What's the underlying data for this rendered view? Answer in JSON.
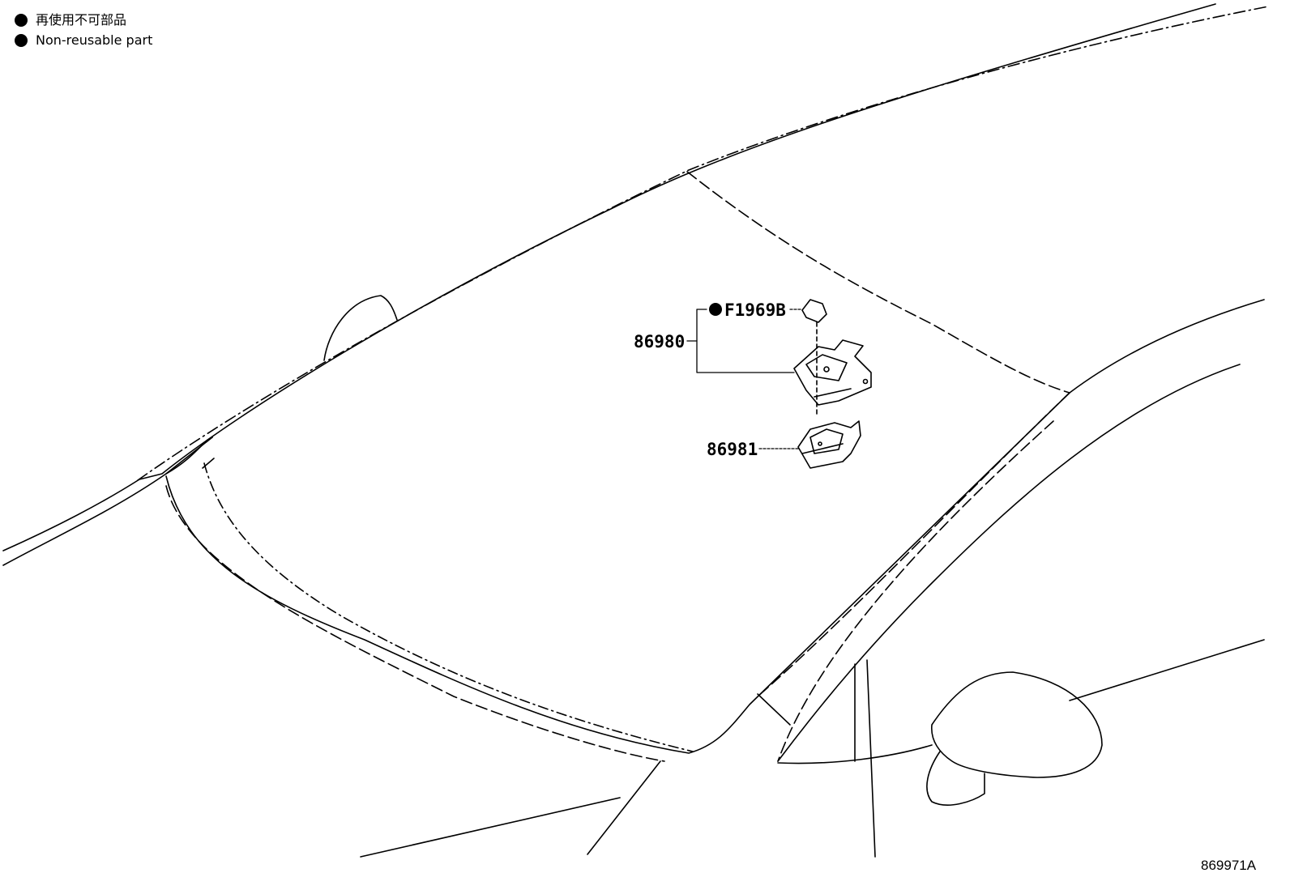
{
  "legend": {
    "items": [
      {
        "icon": "filled-circle-icon",
        "text": "再使用不可部品"
      },
      {
        "icon": "filled-circle-icon",
        "text": "Non-reusable part"
      }
    ]
  },
  "callouts": {
    "part_cover": "F1969B",
    "part_assembly": "86980",
    "part_bracket": "86981"
  },
  "figure_number": "869971A"
}
